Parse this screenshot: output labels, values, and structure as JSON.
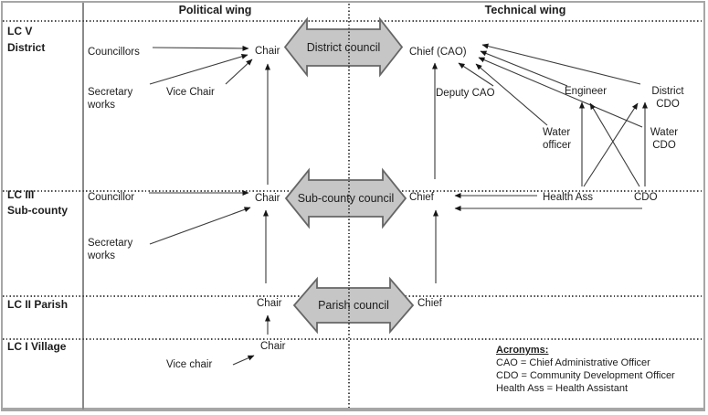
{
  "header": {
    "political": "Political wing",
    "technical": "Technical wing"
  },
  "row_labels": {
    "district": [
      "LC V",
      "District"
    ],
    "subcounty": [
      "LC III",
      "Sub-county"
    ],
    "parish": [
      "LC II Parish"
    ],
    "village": [
      "LC I Village"
    ]
  },
  "councils": {
    "district": "District council",
    "subcounty": "Sub-county council",
    "parish": "Parish council"
  },
  "nodes": {
    "district": {
      "political": {
        "councillors": "Councillors",
        "secretary_works": "Secretary works",
        "vice_chair": "Vice Chair",
        "chair": "Chair"
      },
      "technical": {
        "chief_cao": "Chief (CAO)",
        "deputy_cao": "Deputy CAO",
        "engineer": "Engineer",
        "district_cdo": "District CDO",
        "water_officer": "Water officer",
        "water_cdo": "Water CDO"
      }
    },
    "subcounty": {
      "political": {
        "councillor": "Councillor",
        "secretary_works": "Secretary works",
        "chair": "Chair"
      },
      "technical": {
        "chief": "Chief",
        "health_ass": "Health Ass",
        "cdo": "CDO"
      }
    },
    "parish": {
      "political": {
        "chair": "Chair"
      },
      "technical": {
        "chief": "Chief"
      }
    },
    "village": {
      "political": {
        "chair": "Chair",
        "vice_chair": "Vice chair"
      }
    }
  },
  "acronyms": {
    "title": "Acronyms:",
    "items": [
      "CAO = Chief Administrative Officer",
      "CDO = Community Development Officer",
      "Health Ass = Health Assistant"
    ]
  },
  "colors": {
    "arrow_fill": "#c6c6c6",
    "arrow_stroke": "#666666",
    "line_color": "#3a3a3a",
    "dot_gray": "#4a4a4a",
    "divider_gray": "#8a8a8a",
    "border_gray": "#a6a6a6"
  }
}
